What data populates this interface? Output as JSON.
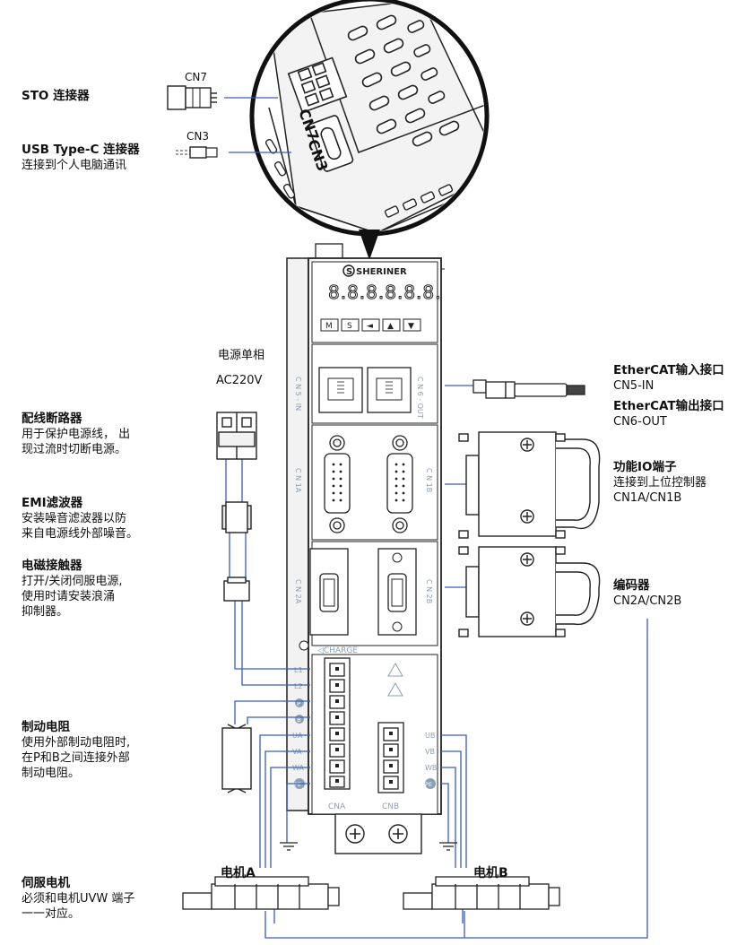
{
  "left_labels": {
    "sto": {
      "title": "STO 连接器"
    },
    "usb": {
      "title": "USB Type-C  连接器",
      "desc": "连接到个人电脑通讯"
    },
    "breaker": {
      "title": "配线断路器",
      "desc": [
        "用于保护电源线， 出",
        "现过流时切断电源。"
      ]
    },
    "emi": {
      "title": "EMI滤波器",
      "desc": [
        "安装噪音滤波器以防",
        "来自电源线外部噪音。"
      ]
    },
    "contactor": {
      "title": "电磁接触器",
      "desc": [
        "打开/关闭伺服电源,",
        "使用时请安装浪涌",
        "抑制器。"
      ]
    },
    "brake_resistor": {
      "title": "制动电阻",
      "desc": [
        "使用外部制动电阻时,",
        "在P和B之间连接外部",
        "制动电阻。"
      ]
    },
    "servo_motor": {
      "title": "伺服电机",
      "desc": [
        "必须和电机UVW 端子",
        "一一对应。"
      ]
    }
  },
  "power": {
    "phase": "电源单相",
    "voltage": "AC220V"
  },
  "right_labels": {
    "ethercat_in": {
      "title": "EtherCAT输入接口",
      "port": "CN5-IN"
    },
    "ethercat_out": {
      "title": "EtherCAT输出接口",
      "port": "CN6-OUT"
    },
    "io": {
      "title": "功能IO端子",
      "desc": "连接到上位控制器",
      "port": "CN1A/CN1B"
    },
    "encoder": {
      "title": "编码器",
      "port": "CN2A/CN2B"
    }
  },
  "connectors_small": {
    "cn7": "CN7",
    "cn3": "CN3"
  },
  "zoom_labels": {
    "cn7": "CN7",
    "cn3": "CN3"
  },
  "drive": {
    "brand": "SHERINER",
    "display": "8.8.8.8.8.8.",
    "keys": [
      "M",
      "S",
      "◄",
      "▲",
      "▼"
    ],
    "port_labels": {
      "cn5": "C N 5 - IN",
      "cn6": "C N 6 - OUT",
      "cn1a": "C N 1A",
      "cn1b": "C N 1B",
      "cn2a": "C N 2A",
      "cn2b": "C N 2B"
    },
    "charge": "◁CHARGE",
    "terminals_a": [
      "L1",
      "L2",
      "P",
      "B",
      "UA",
      "VA",
      "WA",
      "PE"
    ],
    "terminals_b": [
      "UB",
      "VB",
      "WB",
      "PE"
    ],
    "cna": "CNA",
    "cnb": "CNB"
  },
  "motors": {
    "a": "电机A",
    "b": "电机B"
  },
  "colors": {
    "wire": "#3a5bc7",
    "line": "#222222",
    "panel": "#f4f4f4",
    "label_gray": "#8aa0b4"
  }
}
